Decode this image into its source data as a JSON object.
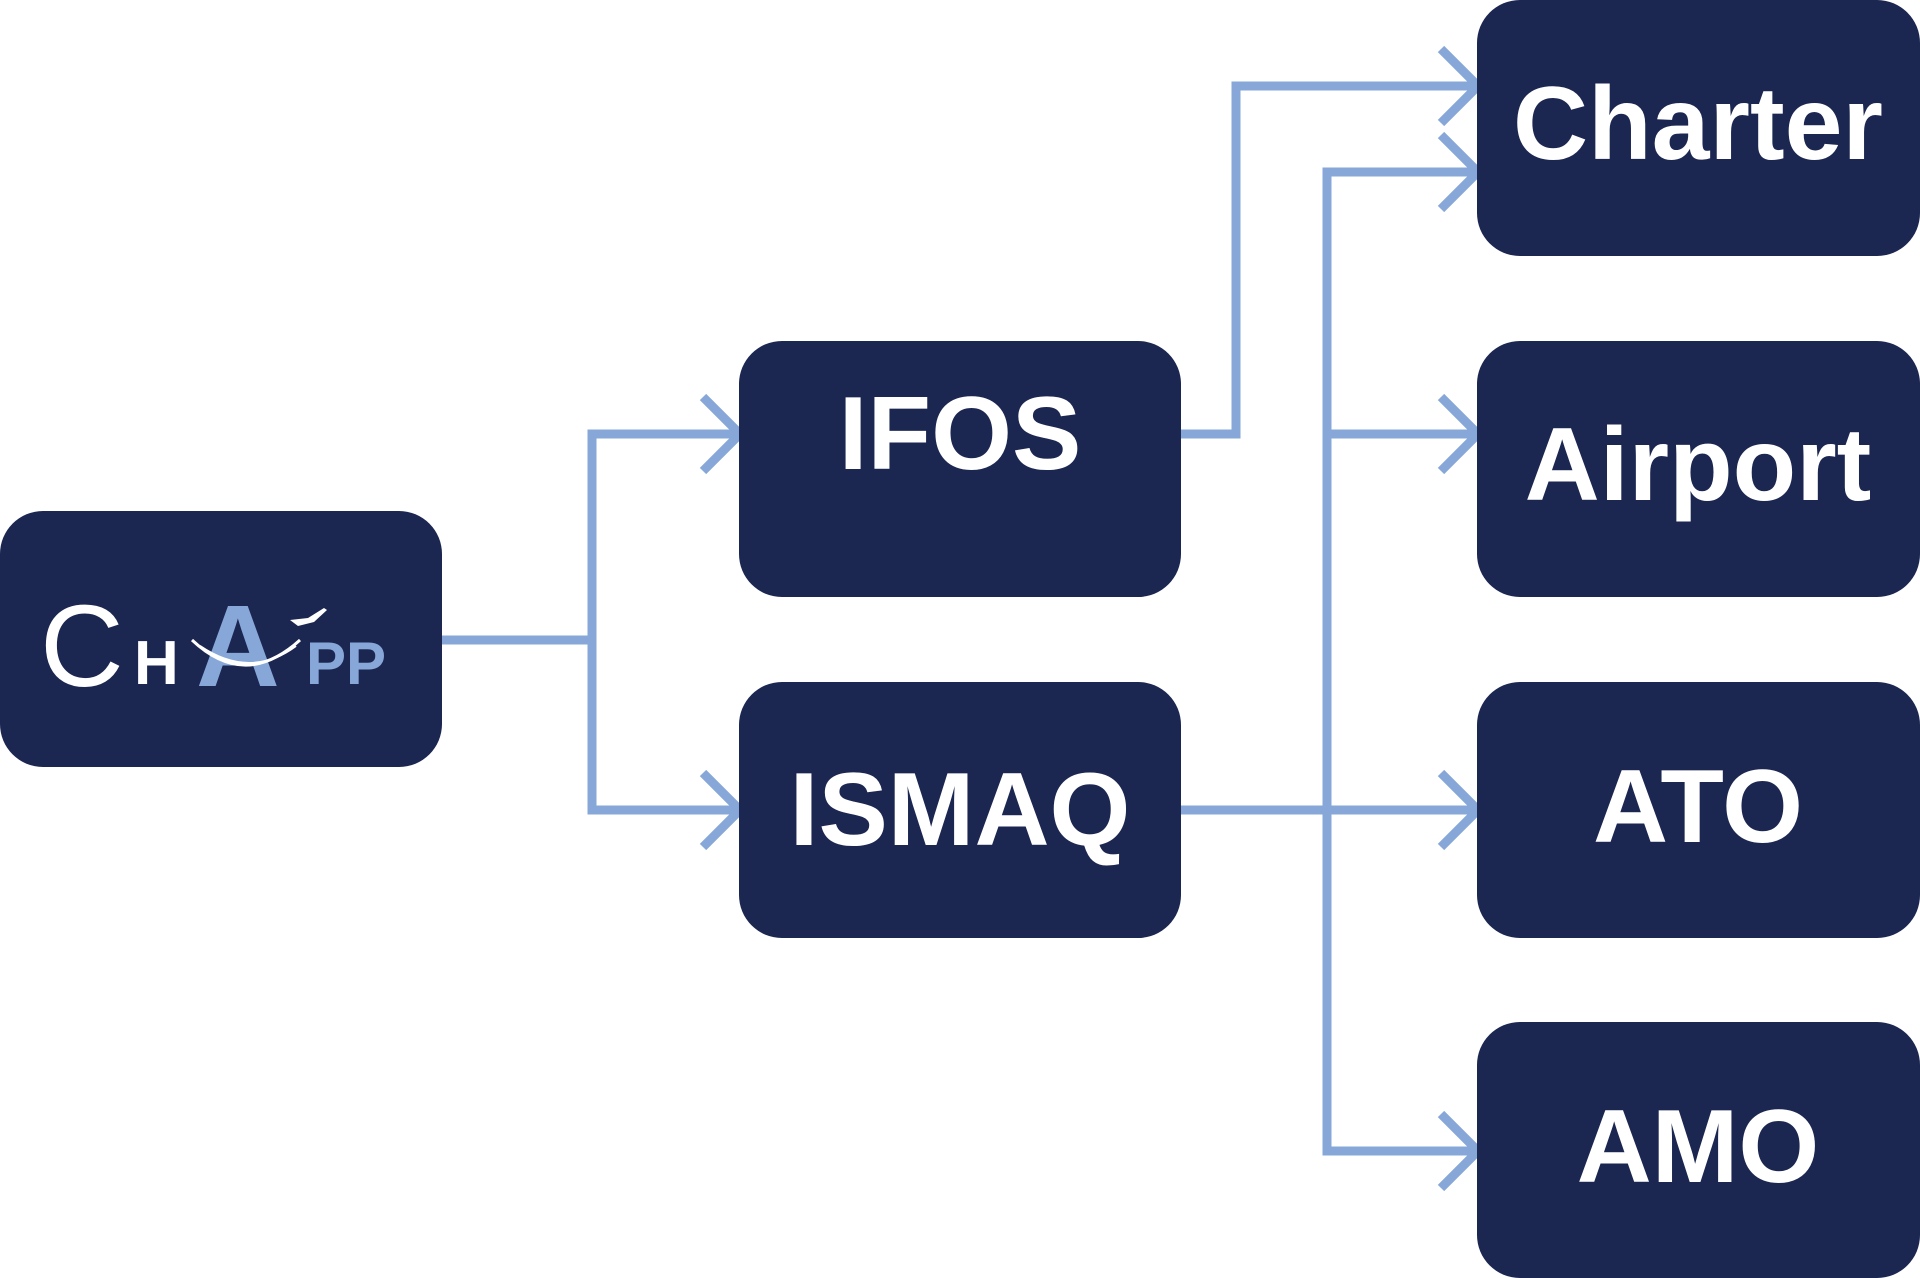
{
  "diagram": {
    "logo": {
      "part1": "C",
      "part2": "H",
      "part3": "A",
      "part4": "PP",
      "icon": "airplane-icon"
    },
    "nodes": {
      "ifos": "IFOS",
      "ismaq": "ISMAQ",
      "charter": "Charter",
      "airport": "Airport",
      "ato": "ATO",
      "amo": "AMO"
    },
    "colors": {
      "box": "#1b2651",
      "connector": "#86a7d8",
      "text": "#ffffff"
    }
  }
}
